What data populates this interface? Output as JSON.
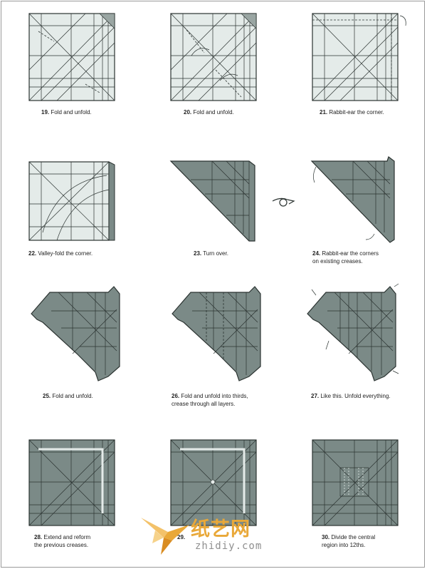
{
  "steps": [
    {
      "num": "19.",
      "lines": [
        "Fold and unfold."
      ]
    },
    {
      "num": "20.",
      "lines": [
        "Fold and unfold."
      ]
    },
    {
      "num": "21.",
      "lines": [
        "Rabbit-ear the corner."
      ]
    },
    {
      "num": "22.",
      "lines": [
        "Valley-fold the corner."
      ]
    },
    {
      "num": "23.",
      "lines": [
        "Turn over."
      ]
    },
    {
      "num": "24.",
      "lines": [
        "Rabbit-ear the corners",
        "on existing creases."
      ]
    },
    {
      "num": "25.",
      "lines": [
        "Fold and unfold."
      ]
    },
    {
      "num": "26.",
      "lines": [
        "Fold and unfold into thirds,",
        "crease through all layers."
      ]
    },
    {
      "num": "27.",
      "lines": [
        "Like this. Unfold everything."
      ]
    },
    {
      "num": "28.",
      "lines": [
        "Extend and reform",
        "the previous creases."
      ]
    },
    {
      "num": "29.",
      "lines": [
        ""
      ]
    },
    {
      "num": "30.",
      "lines": [
        "Divide the central",
        "region into 12ths."
      ]
    }
  ],
  "watermark": {
    "cn": "纸艺网",
    "en": "zhidiy.com"
  },
  "colors": {
    "paper_white": "#e4ebe9",
    "paper_gray": "#7b8a87",
    "crease": "#2b3331",
    "watermark": "#e9a838"
  }
}
